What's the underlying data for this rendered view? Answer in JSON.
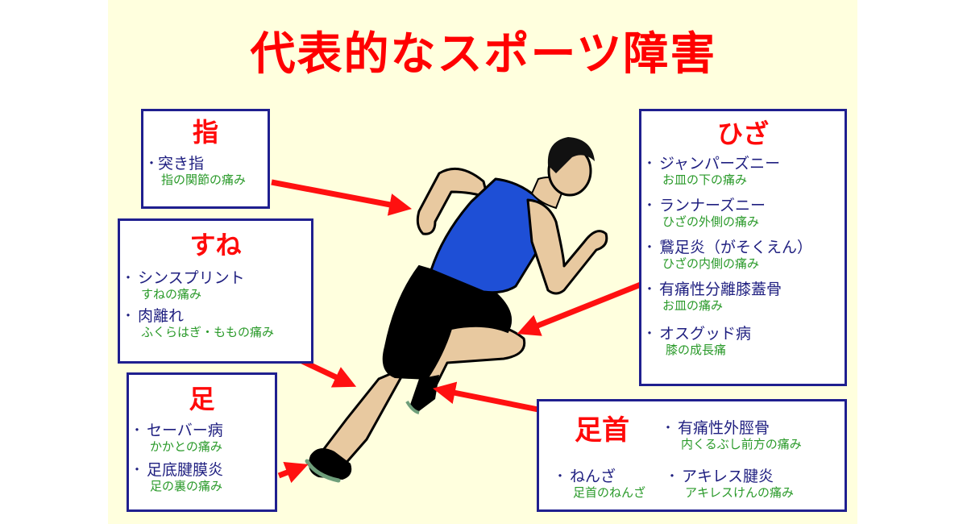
{
  "title": "代表的なスポーツ障害",
  "colors": {
    "background": "#ffffde",
    "title": "#ff0000",
    "box_border": "#1f1f8f",
    "item_name": "#1f1f80",
    "item_desc": "#2a9a2a",
    "arrow": "#ff1010",
    "shirt": "#1e4fd6",
    "shorts": "#000000",
    "skin": "#e8c9a0",
    "shoe_sole": "#6e9e7a"
  },
  "boxes": {
    "finger": {
      "title": "指",
      "items": [
        {
          "name": "突き指",
          "desc": "指の関節の痛み"
        }
      ]
    },
    "shin": {
      "title": "すね",
      "items": [
        {
          "name": "シンスプリント",
          "desc": "すねの痛み"
        },
        {
          "name": "肉離れ",
          "desc": "ふくらはぎ・ももの痛み"
        }
      ]
    },
    "foot": {
      "title": "足",
      "items": [
        {
          "name": "セーバー病",
          "desc": "かかとの痛み"
        },
        {
          "name": "足底腱膜炎",
          "desc": "足の裏の痛み"
        }
      ]
    },
    "knee": {
      "title": "ひざ",
      "items": [
        {
          "name": "ジャンパーズニー",
          "desc": "お皿の下の痛み"
        },
        {
          "name": "ランナーズニー",
          "desc": "ひざの外側の痛み"
        },
        {
          "name": "鵞足炎（がそくえん）",
          "desc": "ひざの内側の痛み"
        },
        {
          "name": "有痛性分離膝蓋骨",
          "desc": "お皿の痛み"
        },
        {
          "name": "オスグッド病",
          "desc": "膝の成長痛"
        }
      ]
    },
    "ankle": {
      "title": "足首",
      "items": [
        {
          "name": "有痛性外脛骨",
          "desc": "内くるぶし前方の痛み"
        },
        {
          "name": "ねんざ",
          "desc": "足首のねんざ"
        },
        {
          "name": "アキレス腱炎",
          "desc": "アキレスけんの痛み"
        }
      ]
    }
  }
}
